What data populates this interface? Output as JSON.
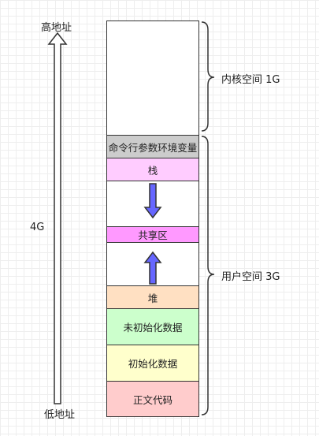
{
  "axis": {
    "top_label": "高地址",
    "bottom_label": "低地址",
    "size_label": "4G"
  },
  "braces": {
    "kernel": "内核空间 1G",
    "user": "用户空间 3G"
  },
  "segments": {
    "kernel": {
      "label": "",
      "color": "#ffffff"
    },
    "env": {
      "label": "命令行参数环境变量",
      "color": "#cccccc"
    },
    "stack": {
      "label": "栈",
      "color": "#ffccff"
    },
    "gap1": {
      "label": "",
      "color": "#ffffff"
    },
    "shared": {
      "label": "共享区",
      "color": "#ff99ff"
    },
    "gap2": {
      "label": "",
      "color": "#ffffff"
    },
    "heap": {
      "label": "堆",
      "color": "#ffe0c2"
    },
    "bss": {
      "label": "未初始化数据",
      "color": "#ccffcc"
    },
    "data": {
      "label": "初始化数据",
      "color": "#ffffcc"
    },
    "text": {
      "label": "正文代码",
      "color": "#ffcccc"
    }
  },
  "colors": {
    "arrow_fill": "#6666ff",
    "line": "#333333"
  },
  "icons": {
    "up_arrow": "long-up-arrow-icon",
    "stack_arrow": "down-arrow-icon",
    "heap_arrow": "up-arrow-icon"
  }
}
